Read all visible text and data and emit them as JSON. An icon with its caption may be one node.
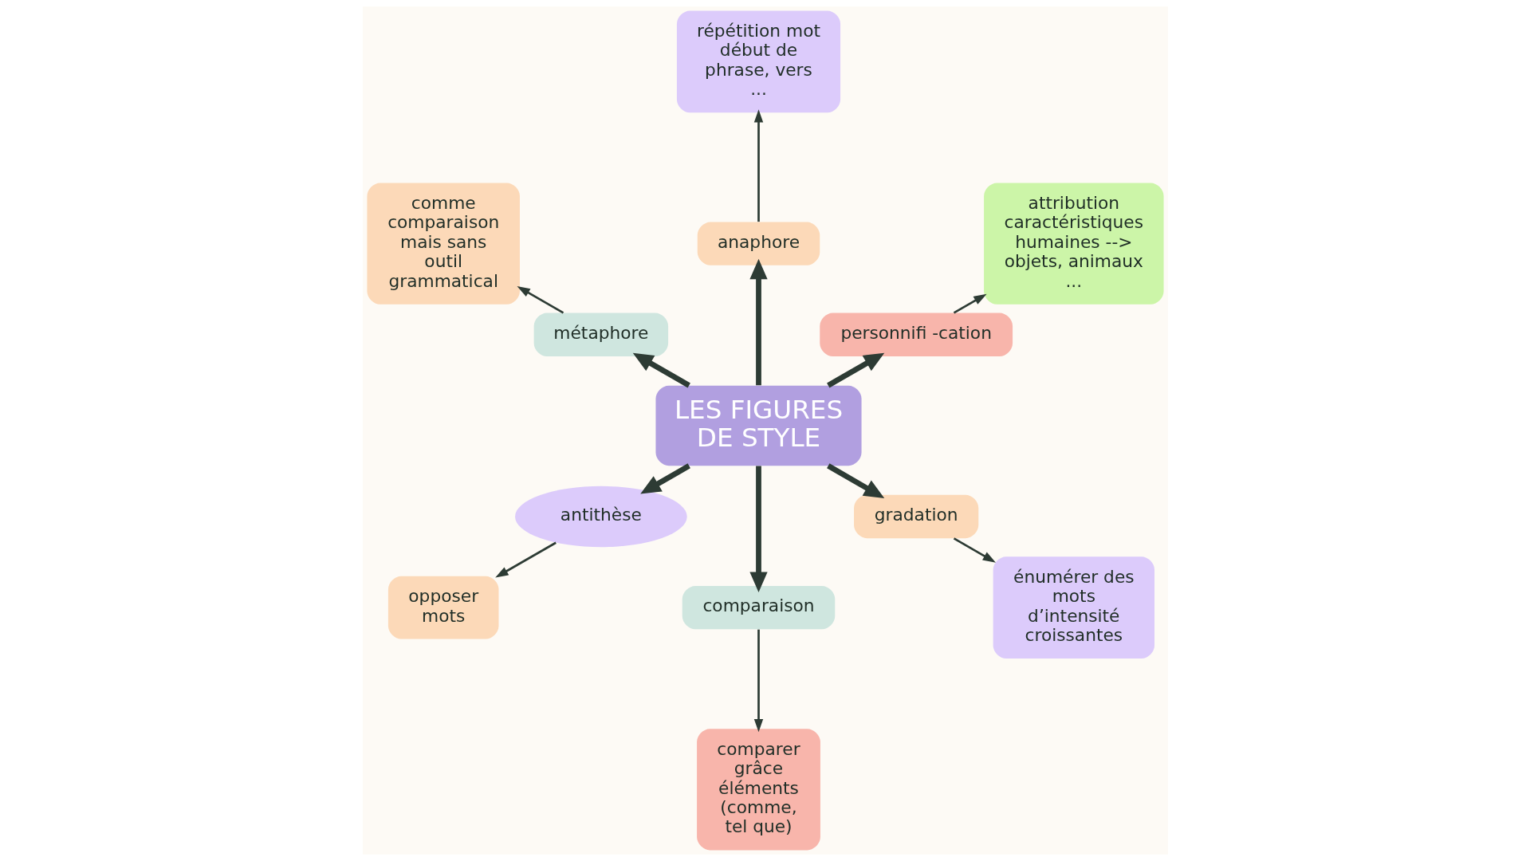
{
  "diagram": {
    "nodes": [
      {
        "text": [
          "attribution caractéristiques humaines --> objets, animaux ..."
        ]
      },
      {
        "text": [
          "personnifi -cation"
        ]
      },
      {
        "text": [
          "anaphore"
        ]
      },
      {
        "text": [
          "répétition mot début de phrase, vers ..."
        ]
      },
      {
        "text": [
          "comme comparaison mais sans outil grammatical"
        ]
      },
      {
        "text": [
          "métaphore"
        ]
      },
      {
        "text": [
          "LES FIGURES DE STYLE"
        ]
      },
      {
        "text": [
          "antithèse"
        ]
      },
      {
        "text": [
          "opposer mots"
        ]
      },
      {
        "text": [
          "comparaison"
        ]
      },
      {
        "text": [
          "énumérer des mots d’intensité croissantes"
        ]
      },
      {
        "text": [
          "gradation"
        ]
      },
      {
        "text": [
          "comparer grâce éléments (comme, tel que)"
        ]
      }
    ],
    "edges": [
      {
        "from": 6,
        "to": 1,
        "arrow": "to",
        "style": "thick"
      },
      {
        "from": 6,
        "to": 2,
        "arrow": "to",
        "style": "thick"
      },
      {
        "from": 6,
        "to": 5,
        "arrow": "to",
        "style": "thick"
      },
      {
        "from": 6,
        "to": 7,
        "arrow": "to",
        "style": "thick"
      },
      {
        "from": 6,
        "to": 11,
        "arrow": "to",
        "style": "thick"
      },
      {
        "from": 6,
        "to": 9,
        "arrow": "to",
        "style": "thick"
      },
      {
        "from": 1,
        "to": 0,
        "arrow": "to"
      },
      {
        "from": 2,
        "to": 3,
        "arrow": "to"
      },
      {
        "from": 5,
        "to": 4,
        "arrow": "to"
      },
      {
        "from": 7,
        "to": 8,
        "arrow": "to"
      },
      {
        "from": 9,
        "to": 12,
        "arrow": "to"
      },
      {
        "from": 11,
        "to": 10,
        "arrow": "to"
      }
    ]
  }
}
